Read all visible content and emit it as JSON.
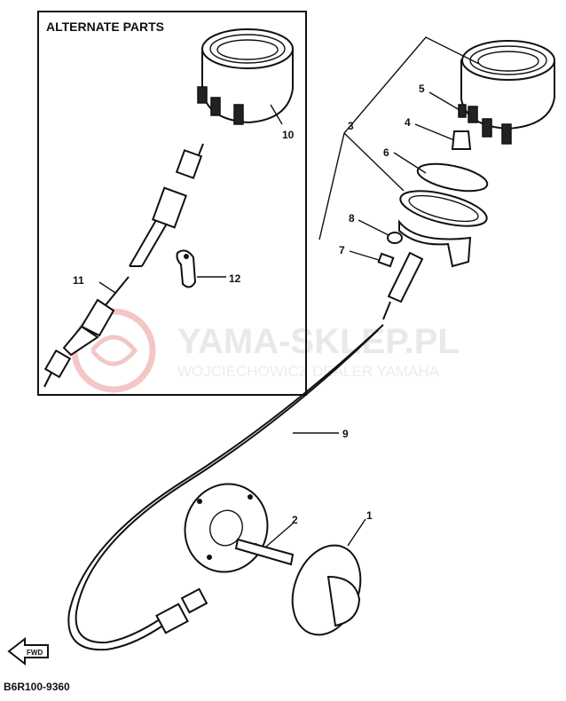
{
  "diagram": {
    "frame_title": "ALTERNATE PARTS",
    "part_numbers": {
      "p1": "1",
      "p2": "2",
      "p3": "3",
      "p4": "4",
      "p5": "5",
      "p6": "6",
      "p7": "7",
      "p8": "8",
      "p9": "9",
      "p10": "10",
      "p11": "11",
      "p12": "12"
    },
    "fwd_label": "FWD",
    "drawing_code": "B6R100-9360"
  },
  "watermark": {
    "main": "YAMA-SKLEP.PL",
    "sub": "WOJCIECHOWICZ DEALER YAMAHA"
  }
}
